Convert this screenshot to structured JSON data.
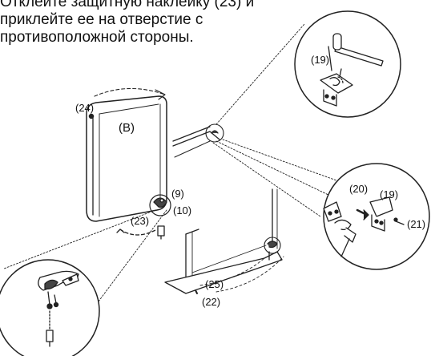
{
  "instruction_lines": [
    "Отклейте защитную наклейку (23) и",
    "приклейте ее на отверстие с",
    "противоположной стороны."
  ],
  "labels": {
    "l19_top": "(19)",
    "l24": "(24)",
    "lB": "(B)",
    "l9": "(9)",
    "l10": "(10)",
    "l23": "(23)",
    "l20": "(20)",
    "l19_right": "(19)",
    "l21": "(21)",
    "l25": "(25)",
    "l22": "(22)"
  }
}
